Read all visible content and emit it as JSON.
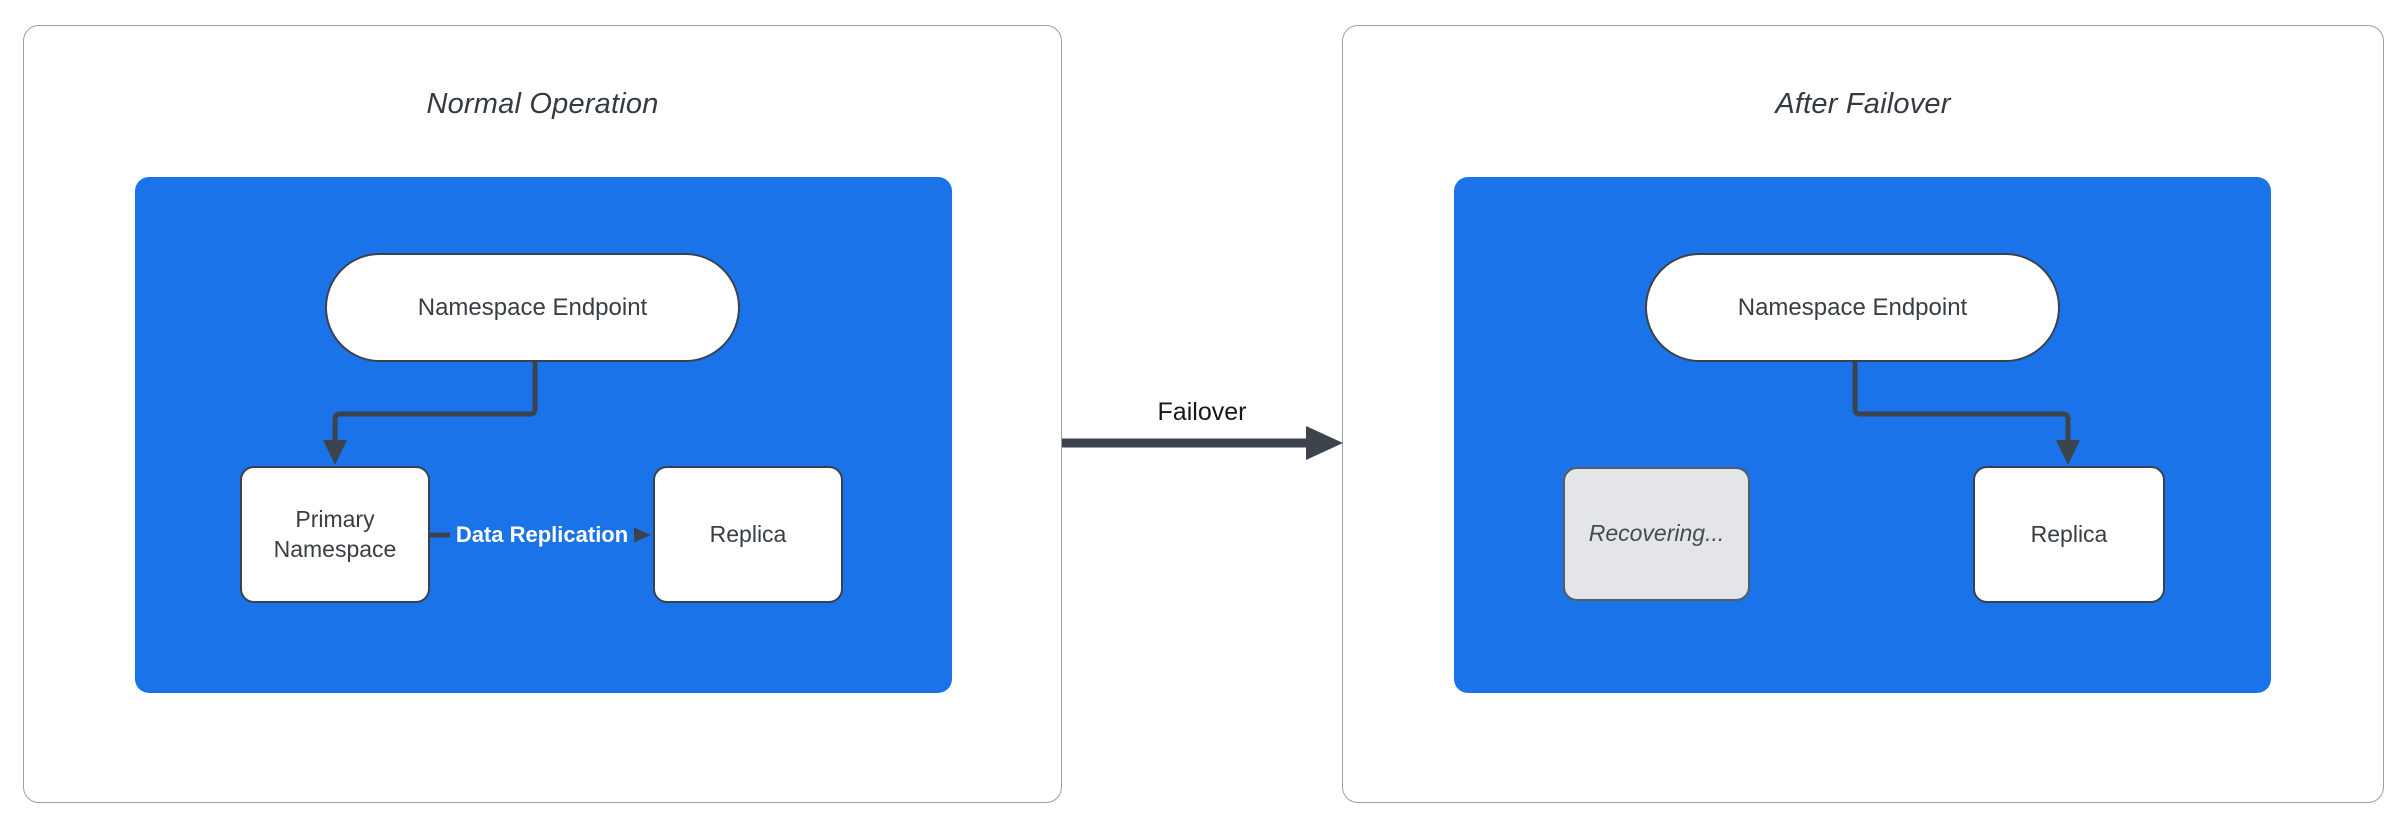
{
  "panels": [
    {
      "title": "Normal Operation",
      "nodes": {
        "endpoint": "Namespace Endpoint",
        "primary": "Primary Namespace",
        "replica": "Replica"
      },
      "edge_label": "Data Replication"
    },
    {
      "title": "After Failover",
      "nodes": {
        "endpoint": "Namespace Endpoint",
        "recovering": "Recovering...",
        "replica": "Replica"
      }
    }
  ],
  "failover": {
    "label": "Failover"
  },
  "colors": {
    "container_blue": "#1A73E8",
    "node_border": "#3A414A",
    "connector": "#3C434D",
    "panel_border": "#9AA0A6",
    "recovering_fill": "#E3E5E8",
    "recovering_text": "#454B52",
    "title_text": "#343A40",
    "replication_label_text": "#FFFFFF"
  }
}
